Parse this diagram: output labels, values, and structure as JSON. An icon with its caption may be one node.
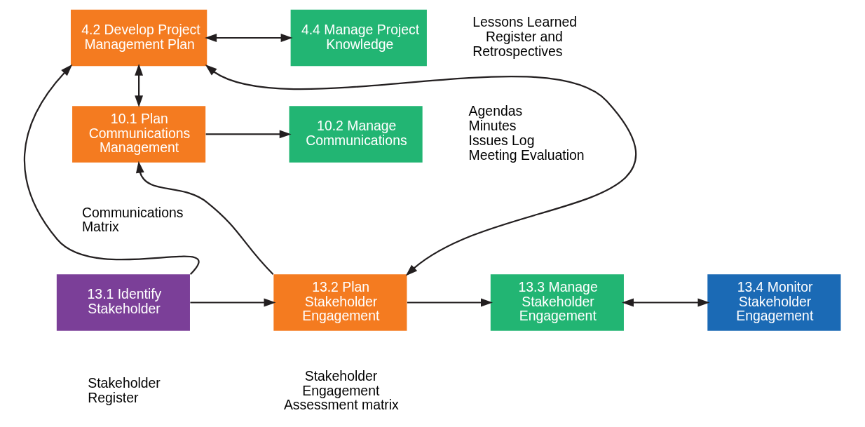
{
  "diagram": {
    "nodes": [
      {
        "text": [
          "4.2 Develop Project Management Plan"
        ]
      },
      {
        "text": [
          "4.4 Manage Project Knowledge"
        ],
        "beside": [
          "Lessons Learned Register and Retrospectives"
        ]
      },
      {
        "text": [
          "10.1 Plan Communications Management"
        ],
        "beside": [
          "Communications Matrix"
        ]
      },
      {
        "text": [
          "10.2 Manage Communications"
        ],
        "beside": [
          "Agendas",
          "Minutes",
          "Issues Log",
          "Meeting Evaluation"
        ]
      },
      {
        "text": [
          "13.1 Identify Stakeholder"
        ],
        "beside": [
          "Stakeholder Register"
        ]
      },
      {
        "text": [
          "13.2 Plan Stakeholder Engagement"
        ],
        "beside": [
          "Stakeholder Engagement Assessment matrix"
        ]
      },
      {
        "text": [
          "13.3 Manage Stakeholder Engagement"
        ]
      },
      {
        "text": [
          "13.4 Monitor Stakeholder Engagement"
        ]
      }
    ],
    "edges": [
      {
        "from": 4,
        "to": 0,
        "arrow": "to"
      },
      {
        "from": 0,
        "to": 1,
        "arrow": "both"
      },
      {
        "from": 0,
        "to": 2,
        "arrow": "both"
      },
      {
        "from": 0,
        "to": 5,
        "arrow": "both"
      },
      {
        "from": 2,
        "to": 3,
        "arrow": "to"
      },
      {
        "from": 5,
        "to": 2,
        "arrow": "to"
      },
      {
        "from": 4,
        "to": 5,
        "arrow": "to"
      },
      {
        "from": 5,
        "to": 6,
        "arrow": "to"
      },
      {
        "from": 6,
        "to": 7,
        "arrow": "both"
      }
    ]
  }
}
